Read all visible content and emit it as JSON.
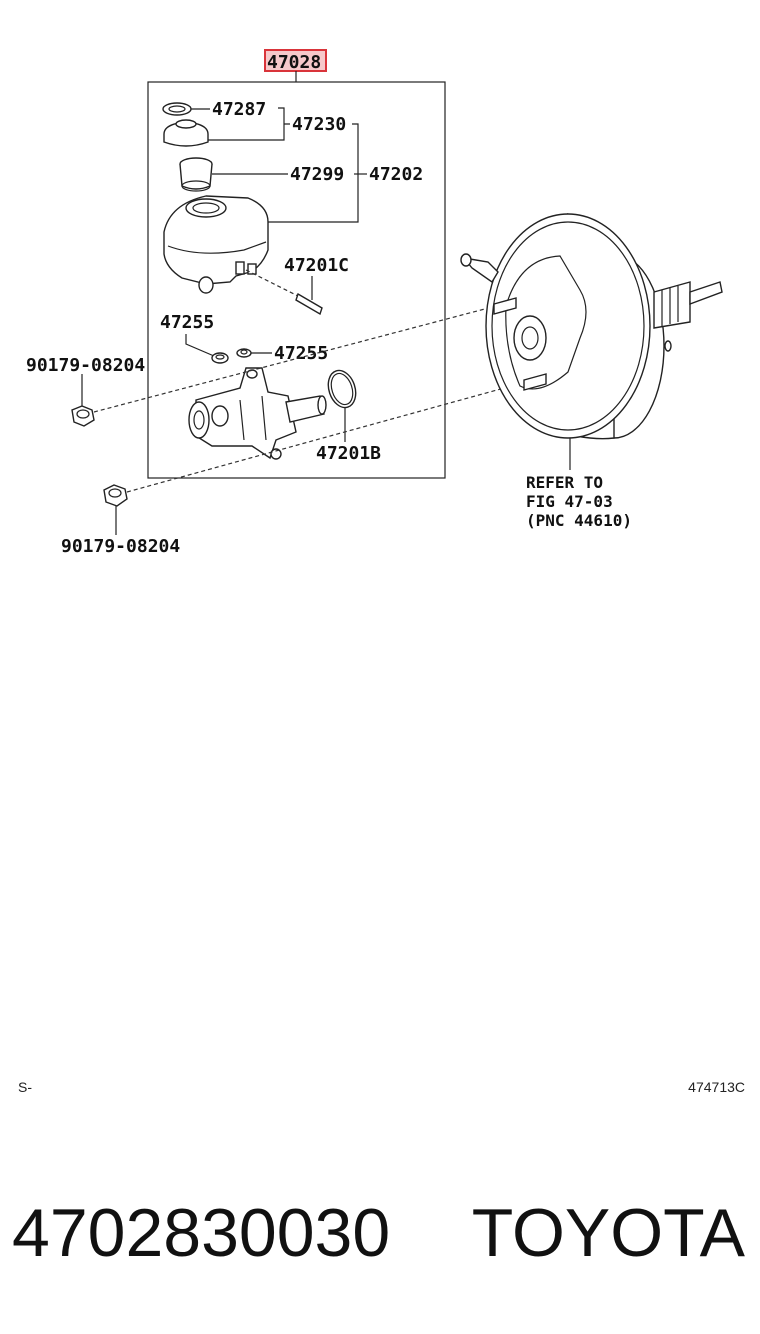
{
  "diagram": {
    "highlight_label": "47028",
    "labels": {
      "p47287": "47287",
      "p47230": "47230",
      "p47299": "47299",
      "p47202": "47202",
      "p47201c": "47201C",
      "p47255a": "47255",
      "p47255b": "47255",
      "p47201b": "47201B",
      "nut_upper": "90179-08204",
      "nut_lower": "90179-08204"
    },
    "refer_note": [
      "REFER TO",
      "FIG 47-03",
      "(PNC 44610)"
    ],
    "corner_left": "S-",
    "corner_right": "474713C",
    "part_number": "4702830030",
    "brand": "TOYOTA"
  },
  "colors": {
    "highlight": "#d9343a",
    "highlight_fill": "#f6c9cb",
    "line": "#222222"
  }
}
